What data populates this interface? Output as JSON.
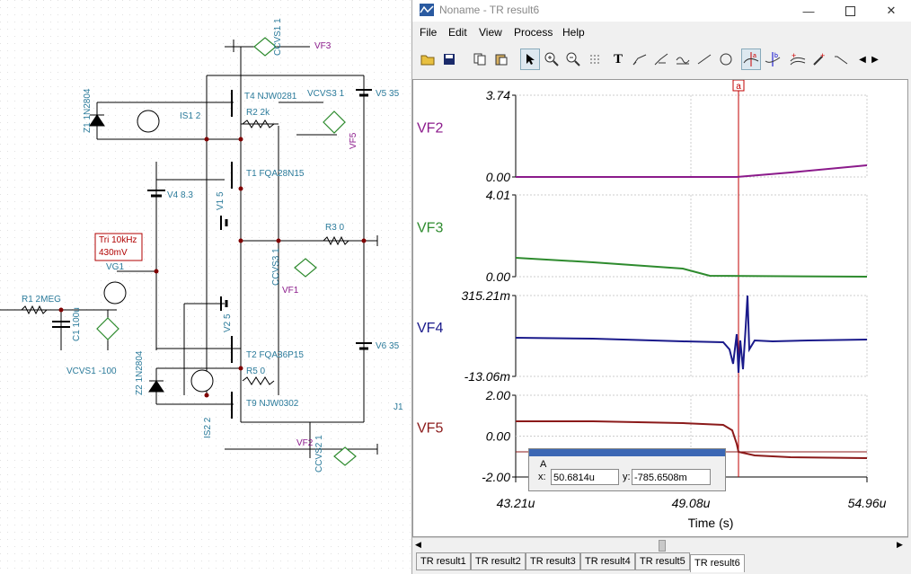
{
  "window": {
    "title": "Noname - TR result6"
  },
  "menu": [
    "File",
    "Edit",
    "View",
    "Process",
    "Help"
  ],
  "plots": [
    {
      "name": "VF2",
      "color": "#8b1a8b",
      "ymax": "3.74",
      "ymin": "0.00"
    },
    {
      "name": "VF3",
      "color": "#2e8b2e",
      "ymax": "4.01",
      "ymin": "0.00"
    },
    {
      "name": "VF4",
      "color": "#1a1a8b",
      "ymax": "315.21m",
      "ymin": "-13.06m"
    },
    {
      "name": "VF5",
      "color": "#8b1a1a",
      "ymax": "2.00",
      "ymid": "0.00",
      "ymin": "-2.00"
    }
  ],
  "xaxis": {
    "ticks": [
      "43.21u",
      "49.08u",
      "54.96u"
    ],
    "label": "Time (s)"
  },
  "cursor": {
    "label": "a",
    "box_title": "A",
    "x_label": "x:",
    "x_value": "50.6814u",
    "y_label": "y:",
    "y_value": "-785.6508m"
  },
  "tabs": [
    "TR result1",
    "TR result2",
    "TR result3",
    "TR result4",
    "TR result5",
    "TR result6"
  ],
  "schematic": {
    "labels": {
      "ccvs1": "CCVS1 1",
      "vf3": "VF3",
      "t4": "T4 NJW0281",
      "vcvs3": "VCVS3 1",
      "v5": "V5 35",
      "z1": "Z1 1N2804",
      "is1": "IS1 2",
      "r2": "R2 2k",
      "vf5": "VF5",
      "t1": "T1 FQA28N15",
      "v4": "V4 8.3",
      "v1": "V1 5",
      "r3": "R3 0",
      "tri1": "Tri 10kHz",
      "tri2": "430mV",
      "vg1": "VG1",
      "ccvs3": "CCVS3 1",
      "vf1": "VF1",
      "r1": "R1 2MEG",
      "c1": "C1 100u",
      "vcvs1": "VCVS1 -100",
      "v2": "V2 5",
      "t2": "T2 FQA36P15",
      "v6": "V6 35",
      "z2": "Z2 1N2804",
      "r5": "R5 0",
      "t9": "T9 NJW0302",
      "is2": "IS2 2",
      "vf2": "VF2",
      "ccvs2": "CCVS2 1",
      "j1": "J1"
    }
  }
}
